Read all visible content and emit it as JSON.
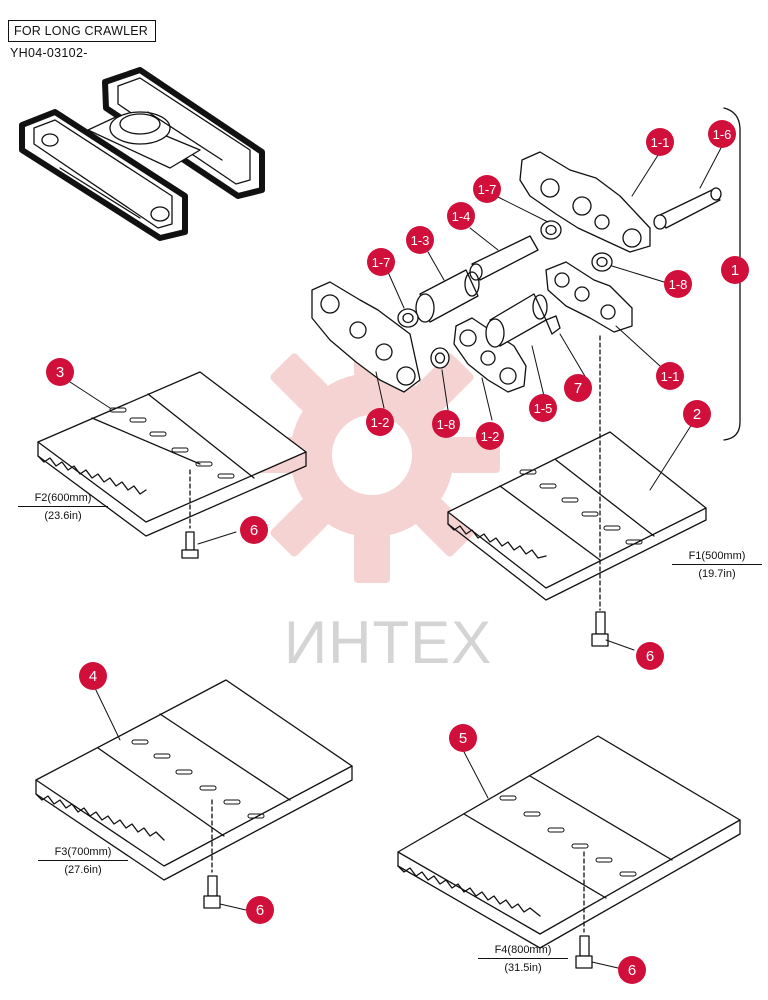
{
  "header": {
    "title": "FOR LONG CRAWLER",
    "code": "YH04-03102-"
  },
  "watermark": {
    "text": "ИНТЕХ",
    "color": "#f2c6c6"
  },
  "callout_color": "#d0103a",
  "callouts": [
    {
      "id": "c-1-1a",
      "label": "1-1"
    },
    {
      "id": "c-1-6",
      "label": "1-6"
    },
    {
      "id": "c-1-7a",
      "label": "1-7"
    },
    {
      "id": "c-1-4",
      "label": "1-4"
    },
    {
      "id": "c-1-3",
      "label": "1-3"
    },
    {
      "id": "c-1-7b",
      "label": "1-7"
    },
    {
      "id": "c-1",
      "label": "1"
    },
    {
      "id": "c-1-8a",
      "label": "1-8"
    },
    {
      "id": "c-1-1b",
      "label": "1-1"
    },
    {
      "id": "c-7",
      "label": "7"
    },
    {
      "id": "c-3",
      "label": "3"
    },
    {
      "id": "c-1-2a",
      "label": "1-2"
    },
    {
      "id": "c-1-8b",
      "label": "1-8"
    },
    {
      "id": "c-1-2b",
      "label": "1-2"
    },
    {
      "id": "c-1-5",
      "label": "1-5"
    },
    {
      "id": "c-2",
      "label": "2"
    },
    {
      "id": "c-6a",
      "label": "6"
    },
    {
      "id": "c-6b",
      "label": "6"
    },
    {
      "id": "c-4",
      "label": "4"
    },
    {
      "id": "c-5",
      "label": "5"
    },
    {
      "id": "c-6c",
      "label": "6"
    },
    {
      "id": "c-6d",
      "label": "6"
    }
  ],
  "shoe_sizes": [
    {
      "id": "f2",
      "name": "F2(600mm)",
      "inch": "(23.6in)"
    },
    {
      "id": "f1",
      "name": "F1(500mm)",
      "inch": "(19.7in)"
    },
    {
      "id": "f3",
      "name": "F3(700mm)",
      "inch": "(27.6in)"
    },
    {
      "id": "f4",
      "name": "F4(800mm)",
      "inch": "(31.5in)"
    }
  ]
}
